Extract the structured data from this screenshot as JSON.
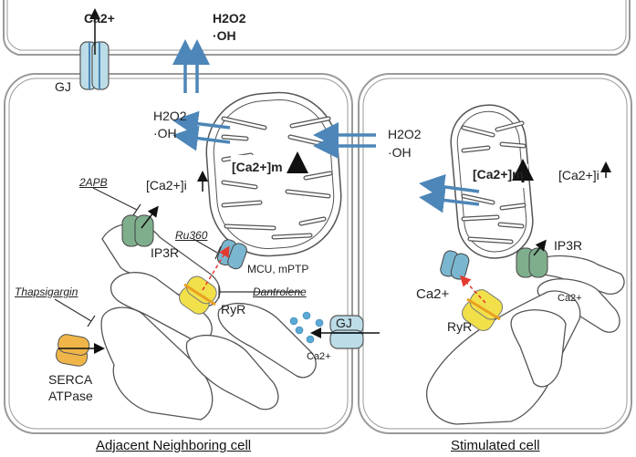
{
  "top_cell": {
    "ca_label": "Ca2+",
    "ros_h2o2": "H2O2",
    "ros_oh": "·OH"
  },
  "left_cell": {
    "caption": "Adjacent Neighboring cell",
    "gj_label": "GJ",
    "ros_h2o2": "H2O2",
    "ros_oh": "·OH",
    "cytosolic_ca": "[Ca2+]i",
    "mito_ca": "[Ca2+]m",
    "ip3r_label": "IP3R",
    "ryr_label": "RyR",
    "mcu_label": "MCU, mPTP",
    "serca_label_1": "SERCA",
    "serca_label_2": "ATPase",
    "inhibitors": {
      "twoapb": "2APB",
      "ru360": "Ru360",
      "dantrolene": "Dantrolene",
      "thapsigargin": "Thapsigargin"
    }
  },
  "junction": {
    "gj_label": "GJ",
    "ca_label": "Ca2+",
    "ros_h2o2": "H2O2",
    "ros_oh": "·OH"
  },
  "right_cell": {
    "caption": "Stimulated cell",
    "cytosolic_ca": "[Ca2+]i",
    "mito_ca": "[Ca2+]m",
    "ip3r_label": "IP3R",
    "ryr_label": "RyR",
    "ca_release": "Ca2+",
    "er_ca": "Ca2+"
  },
  "colors": {
    "membrane": "#9a9a9a",
    "cell_fill": "#ffffff",
    "arrow_blue": "#4d86b8",
    "gj_channel": "#bcdde8",
    "ip3r_channel": "#7fae8d",
    "ryr_channel": "#f1e04a",
    "serca_pump": "#f0b548",
    "mcu_channel": "#7ab6cf",
    "red_flux": "#e33b2f",
    "ca_dot": "#5aa9d6"
  }
}
